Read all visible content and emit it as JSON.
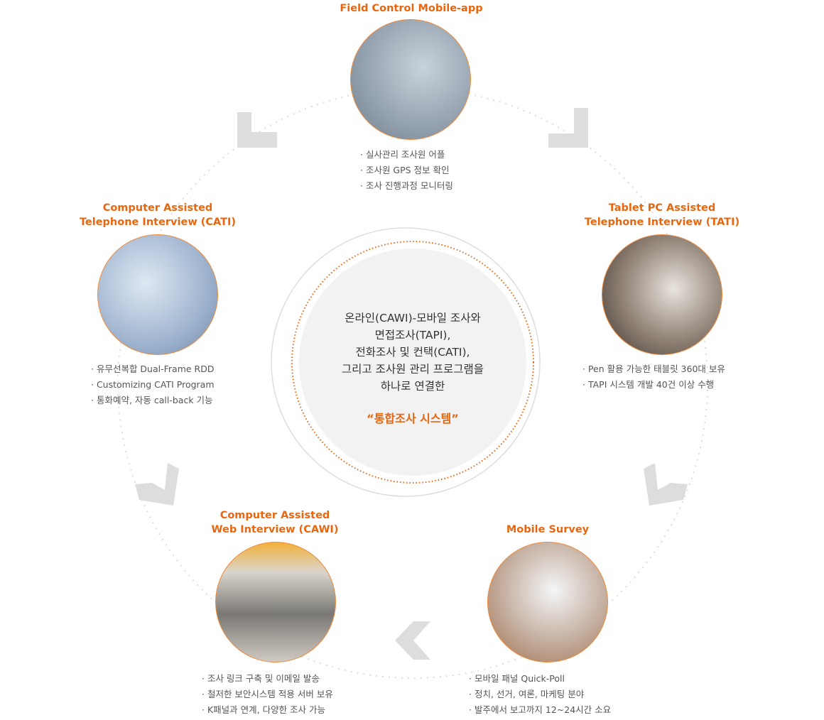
{
  "accent_color": "#e8660f",
  "center": {
    "lines": [
      "온라인(CAWI)-모바일 조사와",
      "면접조사(TAPI),",
      "전화조사 및 컨택(CATI),",
      "그리고 조사원 관리 프로그램을",
      "하나로 연결한"
    ],
    "emphasis": "“통합조사 시스템”"
  },
  "nodes": {
    "fieldcontrol": {
      "title": "Field Control Mobile-app",
      "bullets": [
        "실사관리 조사원 어플",
        "조사원 GPS 정보 확인",
        "조사 진행과정 모니터링"
      ]
    },
    "cati": {
      "title1": "Computer Assisted",
      "title2": "Telephone Interview (CATI)",
      "bullets": [
        "유무선복합 Dual-Frame RDD",
        "Customizing CATI Program",
        "통화예약, 자동 call-back 기능"
      ]
    },
    "tati": {
      "title1": "Tablet PC Assisted",
      "title2": "Telephone Interview (TATI)",
      "bullets": [
        "Pen 활용 가능한 태블릿 360대 보유",
        "TAPI 시스템 개발 40건 이상 수행"
      ]
    },
    "cawi": {
      "title1": "Computer Assisted",
      "title2": "Web Interview (CAWI)",
      "bullets": [
        "조사 링크 구축 및 이메일 발송",
        "철저한 보안시스템 적용 서버 보유",
        "K패널과 연계, 다양한 조사 가능"
      ]
    },
    "mobile": {
      "title": "Mobile Survey",
      "bullets": [
        "모바일 패널 Quick-Poll",
        "정치, 선거, 여론, 마케팅 분야",
        "발주에서 보고까지 12~24시간 소요"
      ]
    }
  }
}
